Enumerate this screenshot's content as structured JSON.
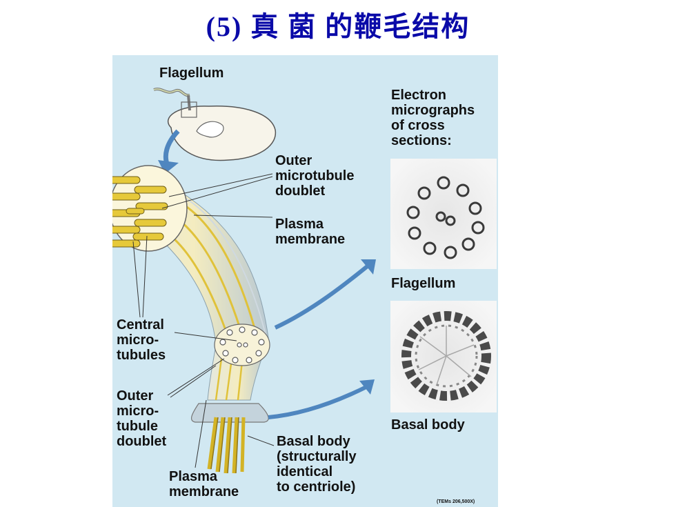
{
  "slide": {
    "title": "(5) 真 菌 的鞭毛结构"
  },
  "labels": {
    "flagellum_top": "Flagellum",
    "em_header": "Electron\nmicrographs\nof cross\nsections:",
    "outer_doublet_right": "Outer\nmicrotubule\ndoublet",
    "plasma_membrane_right": "Plasma\nmembrane",
    "em_flagellum": "Flagellum",
    "em_basal_body": "Basal body",
    "central_microtubules": "Central\nmicro-\ntubules",
    "outer_doublet_left": "Outer\nmicro-\ntubule\ndoublet",
    "basal_body_note": "Basal body\n(structurally\nidentical\nto centriole)",
    "plasma_membrane_bottom": "Plasma\nmembrane",
    "tem_note": "(TEMs 206,500X)"
  },
  "colors": {
    "title": "#0a0aa8",
    "panel_bg": "#d1e8f2",
    "arrow": "#4f86bf",
    "microtubule": "#e6c93a",
    "membrane": "#c4d3dc"
  }
}
